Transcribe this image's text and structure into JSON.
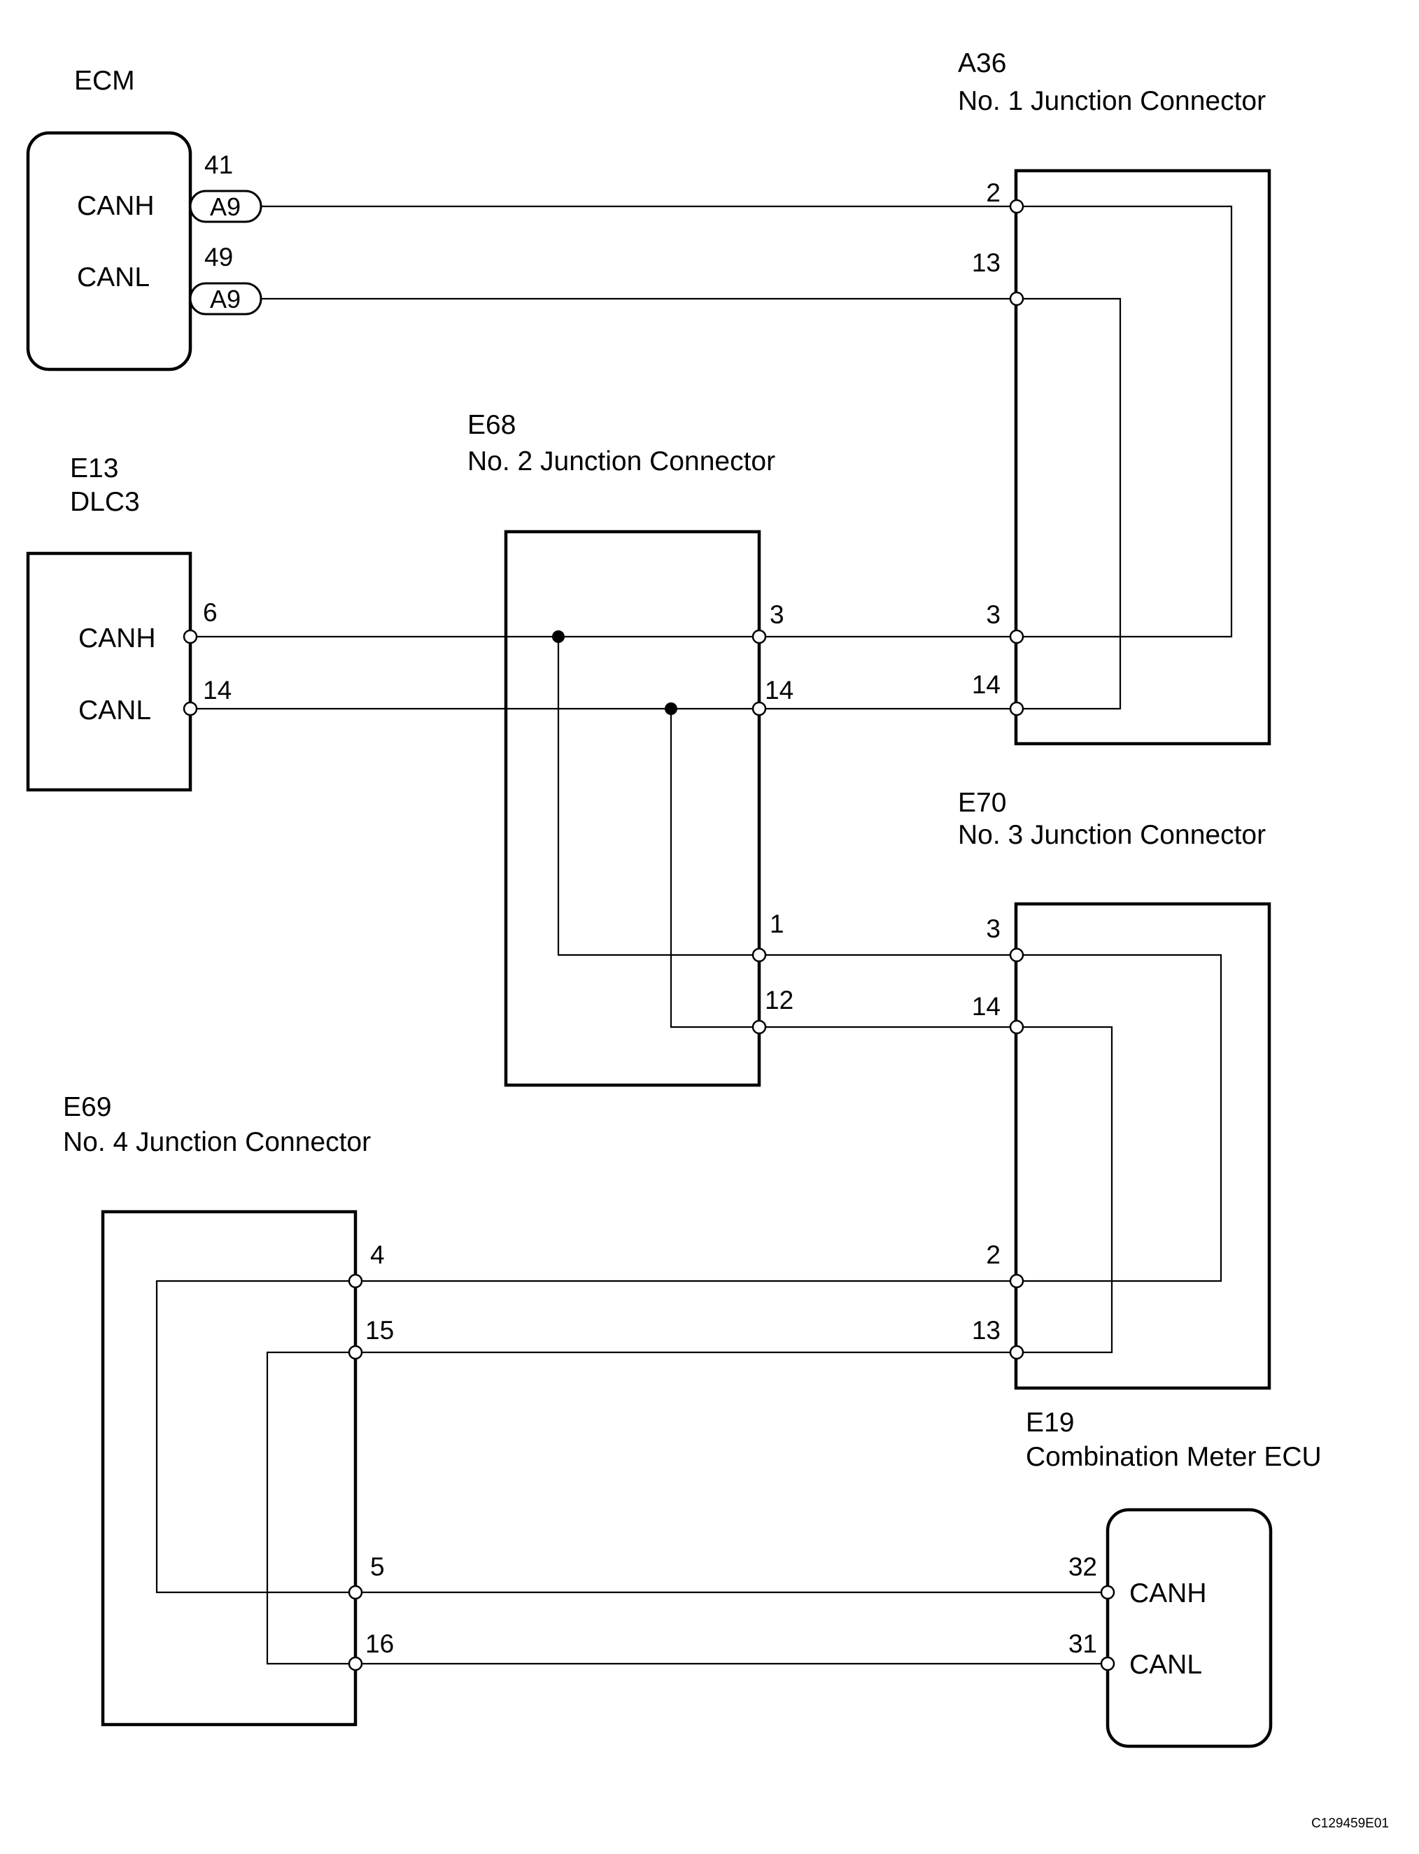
{
  "components": {
    "ecm": {
      "name": "ECM",
      "canh_label": "CANH",
      "canl_label": "CANL",
      "pin_canh": "41",
      "pin_canl": "49",
      "connector_canh": "A9",
      "connector_canl": "A9"
    },
    "dlc3": {
      "code": "E13",
      "name": "DLC3",
      "canh_label": "CANH",
      "canl_label": "CANL",
      "pin_canh": "6",
      "pin_canl": "14"
    },
    "jc1": {
      "code": "A36",
      "name": "No. 1 Junction Connector",
      "pins": [
        "2",
        "13",
        "3",
        "14"
      ]
    },
    "jc2": {
      "code": "E68",
      "name": "No. 2 Junction Connector",
      "pins": [
        "3",
        "14",
        "1",
        "12"
      ]
    },
    "jc3": {
      "code": "E70",
      "name": "No. 3 Junction Connector",
      "pins": [
        "3",
        "14",
        "2",
        "13"
      ]
    },
    "jc4": {
      "code": "E69",
      "name": "No. 4 Junction Connector",
      "pins": [
        "4",
        "15",
        "5",
        "16"
      ]
    },
    "meter": {
      "code": "E19",
      "name": "Combination Meter ECU",
      "canh_label": "CANH",
      "canl_label": "CANL",
      "pin_canh": "32",
      "pin_canl": "31"
    }
  },
  "figure_code": "C129459E01"
}
